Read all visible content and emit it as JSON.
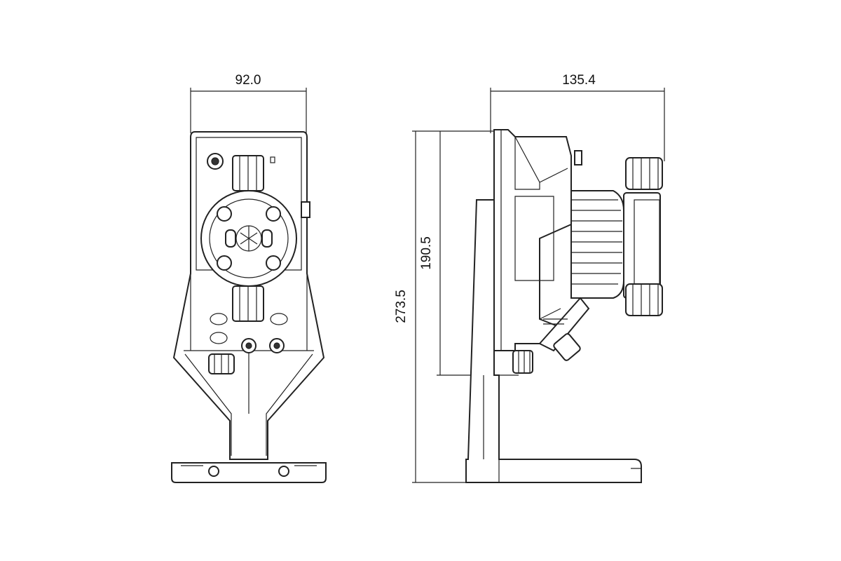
{
  "drawing": {
    "front_view": {
      "width_dimension": "92.0"
    },
    "side_view": {
      "depth_dimension": "135.4",
      "total_height_dimension": "273.5",
      "body_height_dimension": "190.5"
    }
  }
}
